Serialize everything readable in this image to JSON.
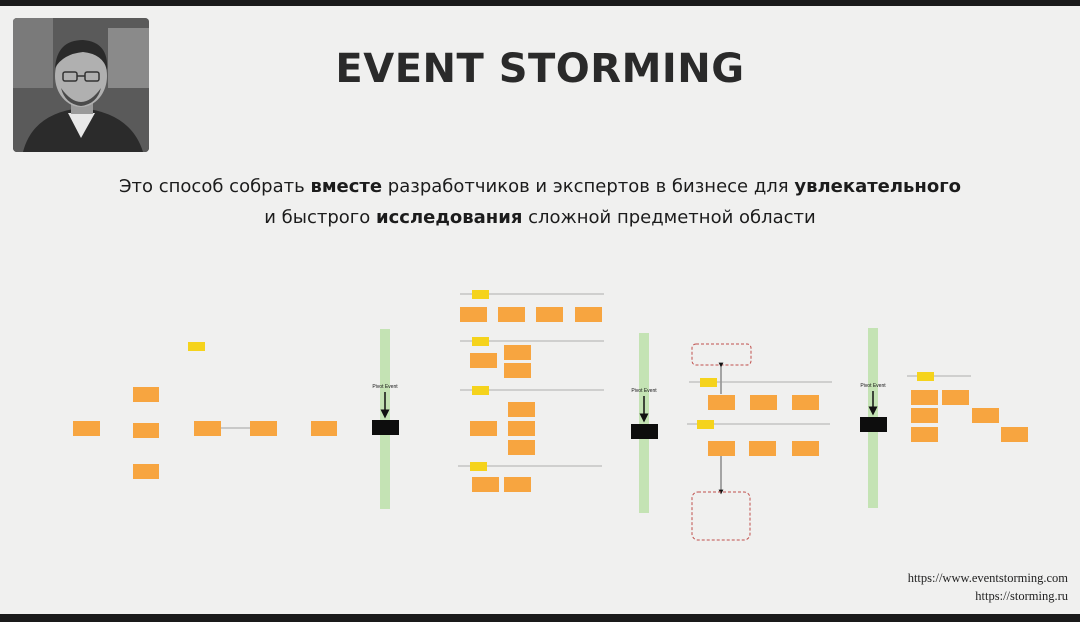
{
  "slide": {
    "title": "EVENT STORMING",
    "subtitle": {
      "l1_a": "Это способ собрать ",
      "l1_b": "вместе",
      "l1_c": " разработчиков и экспертов в бизнесе для ",
      "l1_d": "увлекательного",
      "l2_a": "и быстрого ",
      "l2_b": "исследования",
      "l2_c": " сложной предметной области"
    },
    "pivot_label": "Pivot Event",
    "links": [
      "https://www.eventstorming.com",
      "https://storming.ru"
    ]
  },
  "colors": {
    "sticky_orange": "#f7a540",
    "sticky_yellow": "#f5d31c",
    "pivot_green": "#c4e3b4",
    "pivot_block": "#0d0d0d",
    "dashed_red": "#c0504d"
  },
  "icons": [
    "speaker-photo"
  ]
}
